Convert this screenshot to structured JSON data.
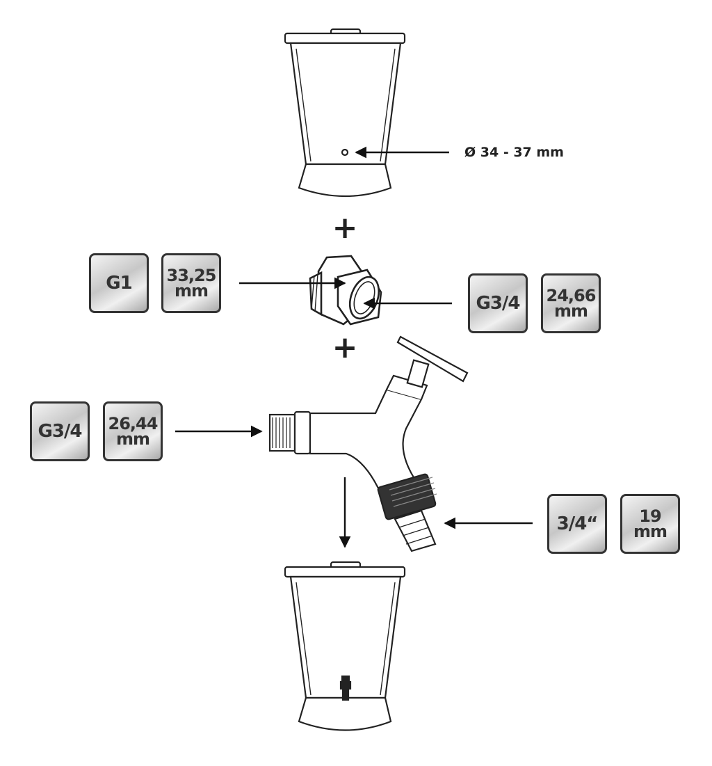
{
  "connector_upper": {
    "hole_diameter_label": "Ø 34 - 37 mm"
  },
  "plus_signs": [
    "+",
    "+"
  ],
  "adapter": {
    "inlet": {
      "thread": "G1",
      "diameter_value": "33,25",
      "unit": "mm"
    },
    "outlet": {
      "thread": "G3/4",
      "diameter_value": "24,66",
      "unit": "mm"
    }
  },
  "tap": {
    "inlet": {
      "thread": "G3/4",
      "diameter_value": "26,44",
      "unit": "mm"
    },
    "hose_outlet": {
      "size": "3/4“",
      "diameter_value": "19",
      "unit": "mm"
    }
  },
  "colors": {
    "outline": "#222222",
    "badge_border": "#333333",
    "badge_fill": "#c7c7c7",
    "background": "#ffffff"
  }
}
